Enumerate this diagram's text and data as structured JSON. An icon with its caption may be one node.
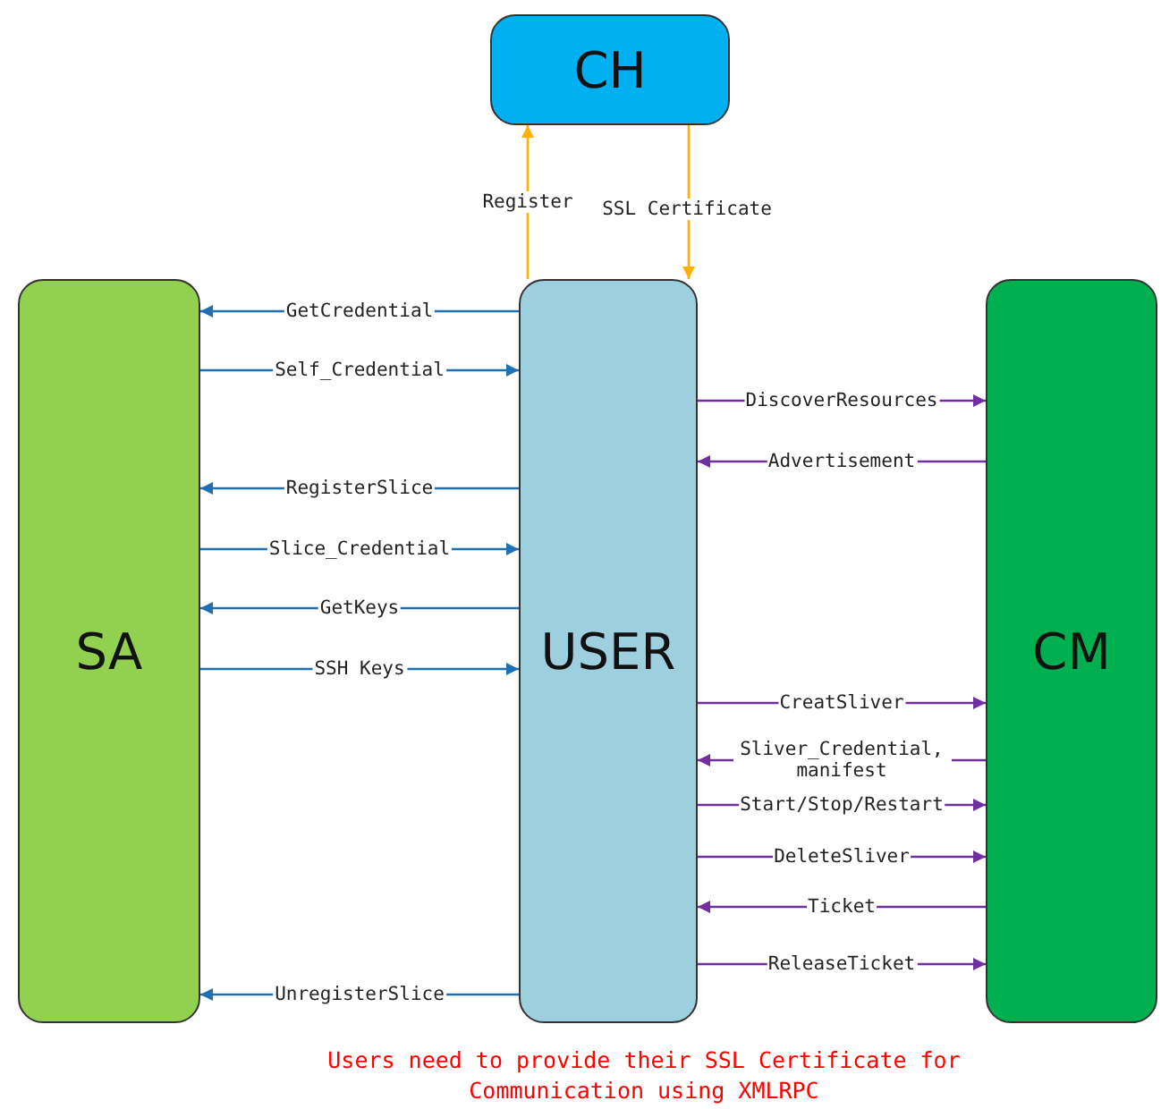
{
  "diagram": {
    "nodes": [
      {
        "text": [
          "CH"
        ]
      },
      {
        "text": [
          "SA"
        ]
      },
      {
        "text": [
          "USER"
        ]
      },
      {
        "text": [
          "CM"
        ]
      }
    ],
    "edges": [
      {
        "from": 2,
        "to": 0,
        "arrow": "to",
        "label": "Register",
        "color": "#ffb000"
      },
      {
        "from": 0,
        "to": 2,
        "arrow": "to",
        "label": "SSL Certificate",
        "color": "#ffb000"
      },
      {
        "from": 2,
        "to": 1,
        "arrow": "to",
        "label": "GetCredential",
        "color": "#1f6fb5"
      },
      {
        "from": 1,
        "to": 2,
        "arrow": "to",
        "label": "Self_Credential",
        "color": "#1f6fb5"
      },
      {
        "from": 2,
        "to": 1,
        "arrow": "to",
        "label": "RegisterSlice",
        "color": "#1f6fb5"
      },
      {
        "from": 1,
        "to": 2,
        "arrow": "to",
        "label": "Slice_Credential",
        "color": "#1f6fb5"
      },
      {
        "from": 2,
        "to": 1,
        "arrow": "to",
        "label": "GetKeys",
        "color": "#1f6fb5"
      },
      {
        "from": 1,
        "to": 2,
        "arrow": "to",
        "label": "SSH Keys",
        "color": "#1f6fb5"
      },
      {
        "from": 2,
        "to": 3,
        "arrow": "to",
        "label": "DiscoverResources",
        "color": "#7030a0"
      },
      {
        "from": 3,
        "to": 2,
        "arrow": "to",
        "label": "Advertisement",
        "color": "#7030a0"
      },
      {
        "from": 2,
        "to": 3,
        "arrow": "to",
        "label": "CreatSliver",
        "color": "#7030a0"
      },
      {
        "from": 3,
        "to": 2,
        "arrow": "to",
        "label": "Sliver_Credential, manifest",
        "color": "#7030a0"
      },
      {
        "from": 2,
        "to": 3,
        "arrow": "to",
        "label": "Start/Stop/Restart",
        "color": "#7030a0"
      },
      {
        "from": 2,
        "to": 3,
        "arrow": "to",
        "label": "DeleteSliver",
        "color": "#7030a0"
      },
      {
        "from": 3,
        "to": 2,
        "arrow": "to",
        "label": "Ticket",
        "color": "#7030a0"
      },
      {
        "from": 2,
        "to": 3,
        "arrow": "to",
        "label": "ReleaseTicket",
        "color": "#7030a0"
      },
      {
        "from": 2,
        "to": 1,
        "arrow": "to",
        "label": "UnregisterSlice",
        "color": "#1f6fb5"
      }
    ],
    "labels": [
      "Users need to provide their SSL Certificate for Communication using XMLRPC"
    ]
  }
}
